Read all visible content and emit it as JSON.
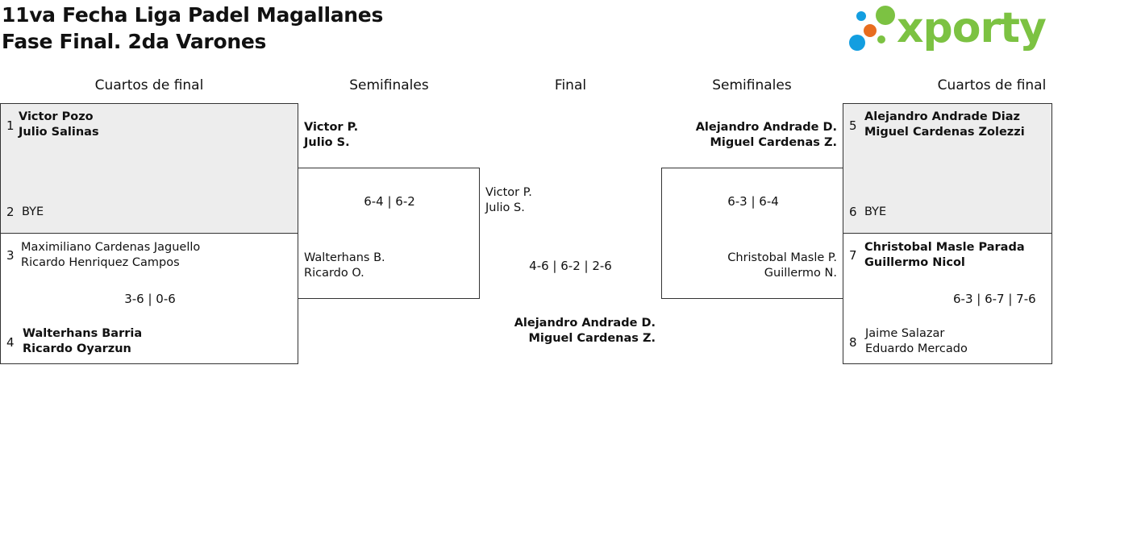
{
  "header": {
    "title_line1": "11va Fecha Liga Padel Magallanes",
    "title_line2": "Fase Final. 2da Varones",
    "logo_text": "xporty"
  },
  "rounds": {
    "qf_left": "Cuartos de final",
    "sf_left": "Semifinales",
    "final": "Final",
    "sf_right": "Semifinales",
    "qf_right": "Cuartos de final"
  },
  "left_qf": {
    "seed1": "1",
    "team1_p1": "Victor Pozo",
    "team1_p2": "Julio Salinas",
    "seed2": "2",
    "team2": "BYE",
    "seed3": "3",
    "team3_p1": "Maximiliano Cardenas Jaguello",
    "team3_p2": "Ricardo Henriquez Campos",
    "score34": "3-6 | 0-6",
    "seed4": "4",
    "team4_p1": "Walterhans Barria",
    "team4_p2": "Ricardo Oyarzun"
  },
  "left_sf": {
    "top_p1": "Victor P.",
    "top_p2": "Julio S.",
    "score": "6-4 | 6-2",
    "bottom_p1": "Walterhans B.",
    "bottom_p2": "Ricardo O."
  },
  "final": {
    "top_p1": "Victor P.",
    "top_p2": "Julio S.",
    "score": "4-6 | 6-2 | 2-6",
    "winner_p1": "Alejandro Andrade D.",
    "winner_p2": "Miguel Cardenas Z."
  },
  "right_sf": {
    "top_p1": "Alejandro Andrade D.",
    "top_p2": "Miguel Cardenas Z.",
    "score": "6-3 | 6-4",
    "bottom_p1": "Christobal Masle P.",
    "bottom_p2": "Guillermo N."
  },
  "right_qf": {
    "seed5": "5",
    "team5_p1": "Alejandro Andrade Diaz",
    "team5_p2": "Miguel Cardenas Zolezzi",
    "seed6": "6",
    "team6": "BYE",
    "seed7": "7",
    "team7_p1": "Christobal Masle Parada",
    "team7_p2": "Guillermo Nicol",
    "score78": "6-3 | 6-7 | 7-6",
    "seed8": "8",
    "team8_p1": "Jaime Salazar",
    "team8_p2": "Eduardo Mercado"
  },
  "colors": {
    "logo_green": "#7cc242",
    "dot_blue": "#139ee0",
    "dot_orange": "#e86d1f",
    "box_grey": "#ededed"
  }
}
